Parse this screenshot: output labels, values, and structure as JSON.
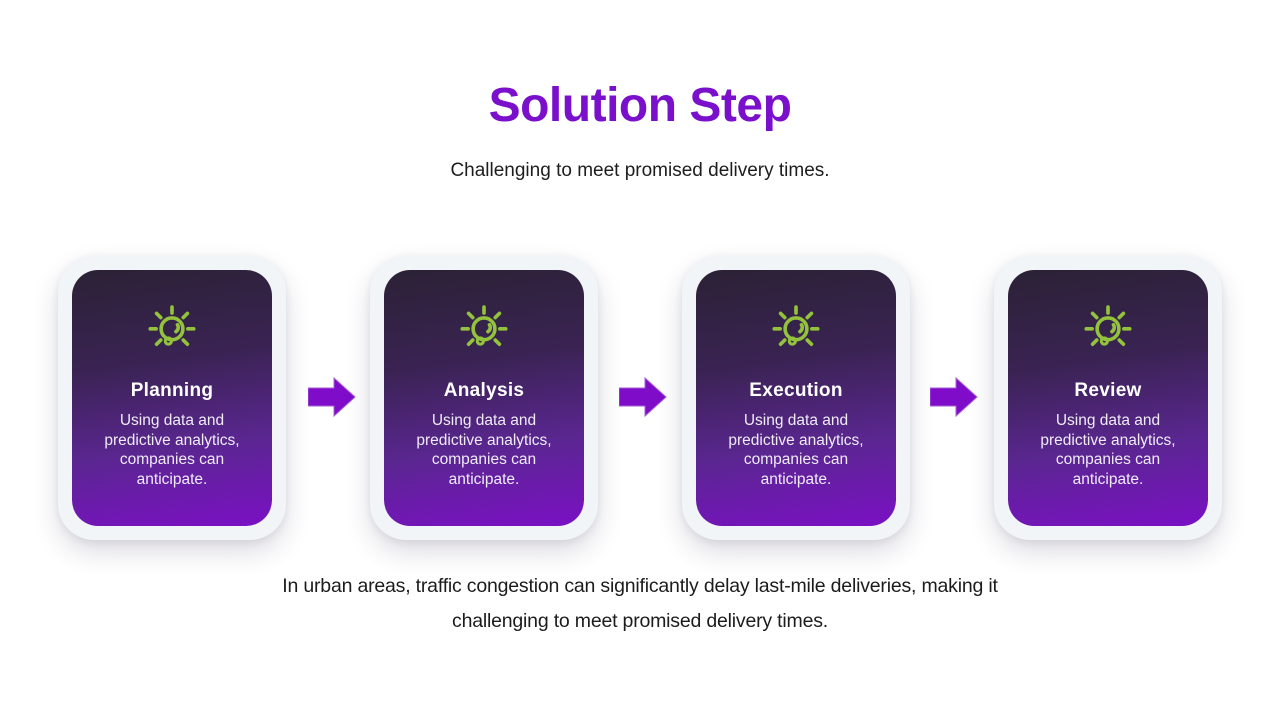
{
  "header": {
    "title": "Solution Step",
    "subtitle": "Challenging to meet promised delivery times."
  },
  "steps": [
    {
      "title": "Planning",
      "description": "Using data and predictive analytics, companies can anticipate.",
      "icon": "lightbulb-idea-icon"
    },
    {
      "title": "Analysis",
      "description": "Using data and predictive analytics, companies can anticipate.",
      "icon": "lightbulb-idea-icon"
    },
    {
      "title": "Execution",
      "description": "Using data and predictive analytics, companies can anticipate.",
      "icon": "lightbulb-idea-icon"
    },
    {
      "title": "Review",
      "description": "Using data and predictive analytics, companies can anticipate.",
      "icon": "lightbulb-idea-icon"
    }
  ],
  "footer": {
    "line1": "In urban areas, traffic congestion can significantly delay last-mile deliveries, making it",
    "line2": "challenging to meet promised delivery times."
  },
  "colors": {
    "title_purple": "#7a10cb",
    "arrow_purple": "#7f0cc9",
    "icon_green": "#93c23d",
    "card_gradient_top": "#2b2235",
    "card_gradient_bottom": "#7b10c5",
    "card_frame": "#f2f5f8",
    "body_text_dark": "#1c1c1c",
    "card_text_light": "#efecf6"
  }
}
